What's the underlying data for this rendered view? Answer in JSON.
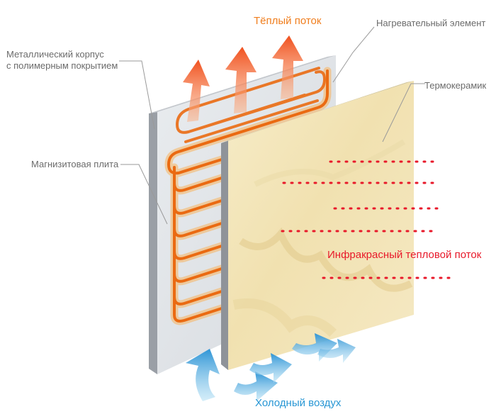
{
  "labels": {
    "warm_flow": "Тёплый поток",
    "heating_element": "Нагревательный элемент",
    "metal_case_line1": "Металлический корпус",
    "metal_case_line2": "с полимерным покрытием",
    "thermoceramic": "Термокерамик",
    "magnesite_plate": "Магнизитовая плита",
    "infrared_flow": "Инфракрасный тепловой поток",
    "cold_air": "Холодный воздух"
  },
  "colors": {
    "warm": "#f07e1e",
    "infrared": "#e8192a",
    "cold": "#2796d4",
    "label_gray": "#6b6b6b"
  },
  "icons": [
    "warm-air-arrow-icon",
    "cold-air-arrow-icon",
    "heating-coil-icon"
  ]
}
